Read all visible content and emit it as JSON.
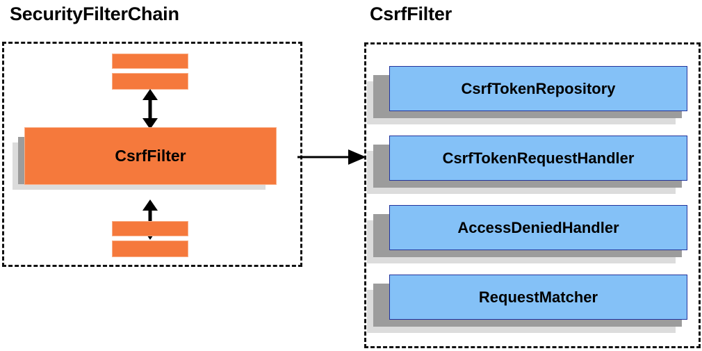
{
  "diagram": {
    "title_left": "SecurityFilterChain",
    "title_right": "CsrfFilter",
    "colors": {
      "orange_fill": "#f5793c",
      "orange_border": "#f9b08a",
      "blue_fill": "#84c1f7",
      "blue_border": "#23339b",
      "shadow_dark": "#9c9c9c",
      "shadow_light": "#dcdcdc",
      "outline": "#111111",
      "text": "#000000"
    }
  },
  "left_panel": {
    "label": "SecurityFilterChain",
    "top_slabs": [
      {
        "name": "filter-slab-top-1"
      },
      {
        "name": "filter-slab-top-2"
      }
    ],
    "main_box": {
      "label": "CsrfFilter"
    },
    "bottom_slabs": [
      {
        "name": "filter-slab-bottom-1"
      },
      {
        "name": "filter-slab-bottom-2"
      }
    ],
    "arrows": [
      {
        "name": "arrow-up-down-top",
        "direction": "bidirectional-vertical"
      },
      {
        "name": "arrow-up-down-bottom",
        "direction": "bidirectional-vertical"
      }
    ]
  },
  "connector": {
    "name": "arrow-left-to-right",
    "direction": "right"
  },
  "right_panel": {
    "label": "CsrfFilter",
    "collaborators": [
      {
        "label": "CsrfTokenRepository"
      },
      {
        "label": "CsrfTokenRequestHandler"
      },
      {
        "label": "AccessDeniedHandler"
      },
      {
        "label": "RequestMatcher"
      }
    ]
  }
}
